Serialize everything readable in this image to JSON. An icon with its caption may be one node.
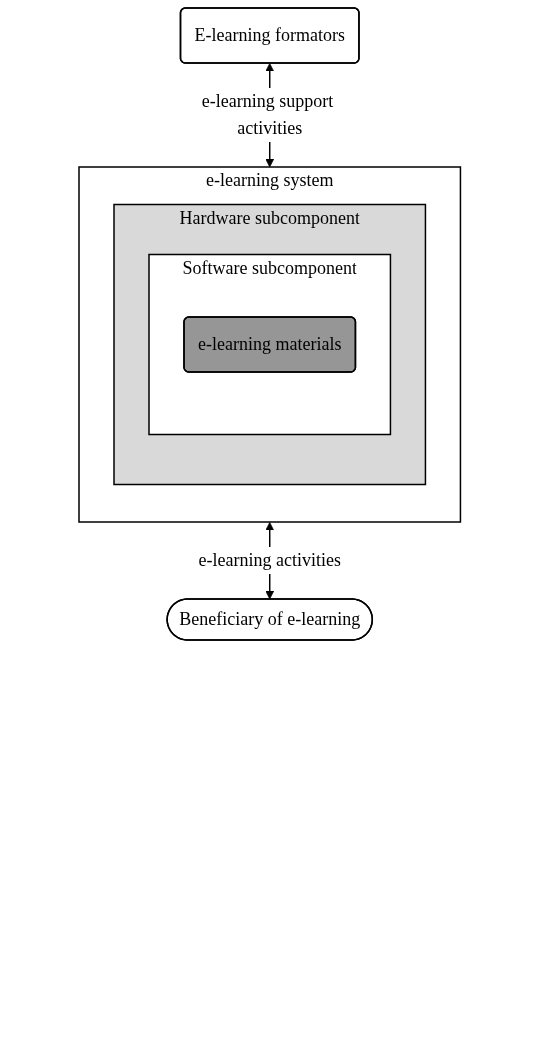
{
  "diagram": {
    "nodes": [
      {
        "text": [
          "E-learning formators"
        ]
      },
      {
        "text": [
          "e-learning system"
        ]
      },
      {
        "text": [
          "Hardware subcomponent"
        ],
        "in": 1
      },
      {
        "text": [
          "Software subcomponent"
        ],
        "in": 2
      },
      {
        "text": [
          "e-learning materials"
        ],
        "in": 3
      },
      {
        "text": [
          "Beneficiary of e-learning"
        ]
      }
    ],
    "edges": [
      {
        "from": 0,
        "to": 1,
        "arrow": "both",
        "label": "e-learning support activities"
      },
      {
        "from": 1,
        "to": 5,
        "arrow": "both",
        "label": "e-learning activities"
      }
    ]
  }
}
